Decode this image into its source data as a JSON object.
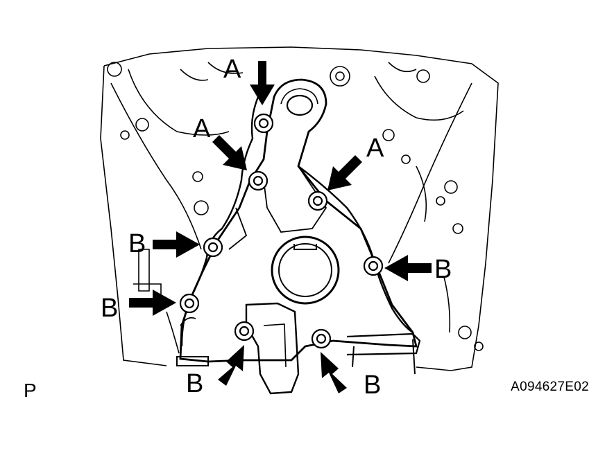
{
  "figure": {
    "corner_mark": "P",
    "figure_id": "A094627E02"
  },
  "callouts": {
    "a_top": "A",
    "a_left": "A",
    "a_right": "A",
    "b_upper_left": "B",
    "b_lower_left": "B",
    "b_right": "B",
    "b_bottom_center": "B",
    "b_bottom_right": "B"
  },
  "colors": {
    "ink": "#000000",
    "paper": "#ffffff"
  }
}
